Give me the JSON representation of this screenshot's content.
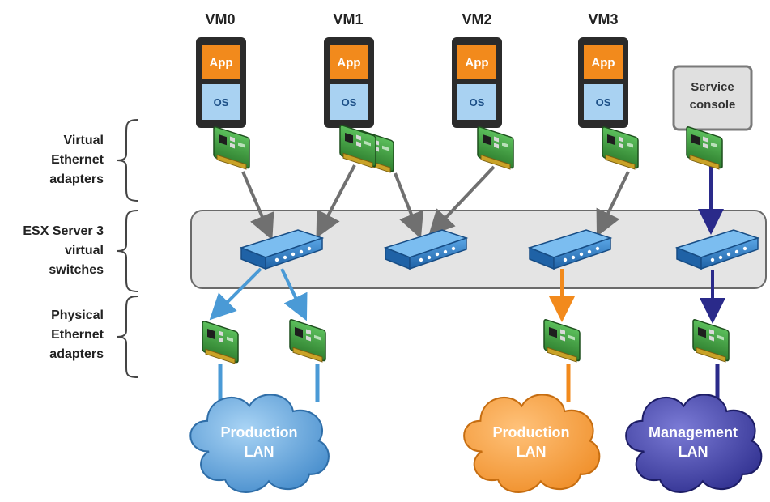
{
  "vms": [
    {
      "title": "VM0",
      "app": "App",
      "os": "OS"
    },
    {
      "title": "VM1",
      "app": "App",
      "os": "OS"
    },
    {
      "title": "VM2",
      "app": "App",
      "os": "OS"
    },
    {
      "title": "VM3",
      "app": "App",
      "os": "OS"
    }
  ],
  "service_console": {
    "line1": "Service",
    "line2": "console"
  },
  "labels": {
    "virtual_adapters": [
      "Virtual",
      "Ethernet",
      "adapters"
    ],
    "switches": [
      "ESX Server 3",
      "virtual",
      "switches"
    ],
    "physical_adapters": [
      "Physical",
      "Ethernet",
      "adapters"
    ]
  },
  "clouds": [
    {
      "line1": "Production",
      "line2": "LAN",
      "color": "#5b9fd8"
    },
    {
      "line1": "Production",
      "line2": "LAN",
      "color": "#f29a3a"
    },
    {
      "line1": "Management",
      "line2": "LAN",
      "color": "#3a3a9a"
    }
  ],
  "colors": {
    "app_orange": "#f28a1c",
    "os_blue": "#a9d2f2",
    "nic_green": "#3f9a3f",
    "switch_blue": "#2d7fc4",
    "server_box": "#e4e4e4",
    "arrow_gray": "#707070",
    "arrow_light_blue": "#4a9ad6",
    "arrow_orange": "#f28a1c",
    "arrow_navy": "#2a2a8a"
  }
}
